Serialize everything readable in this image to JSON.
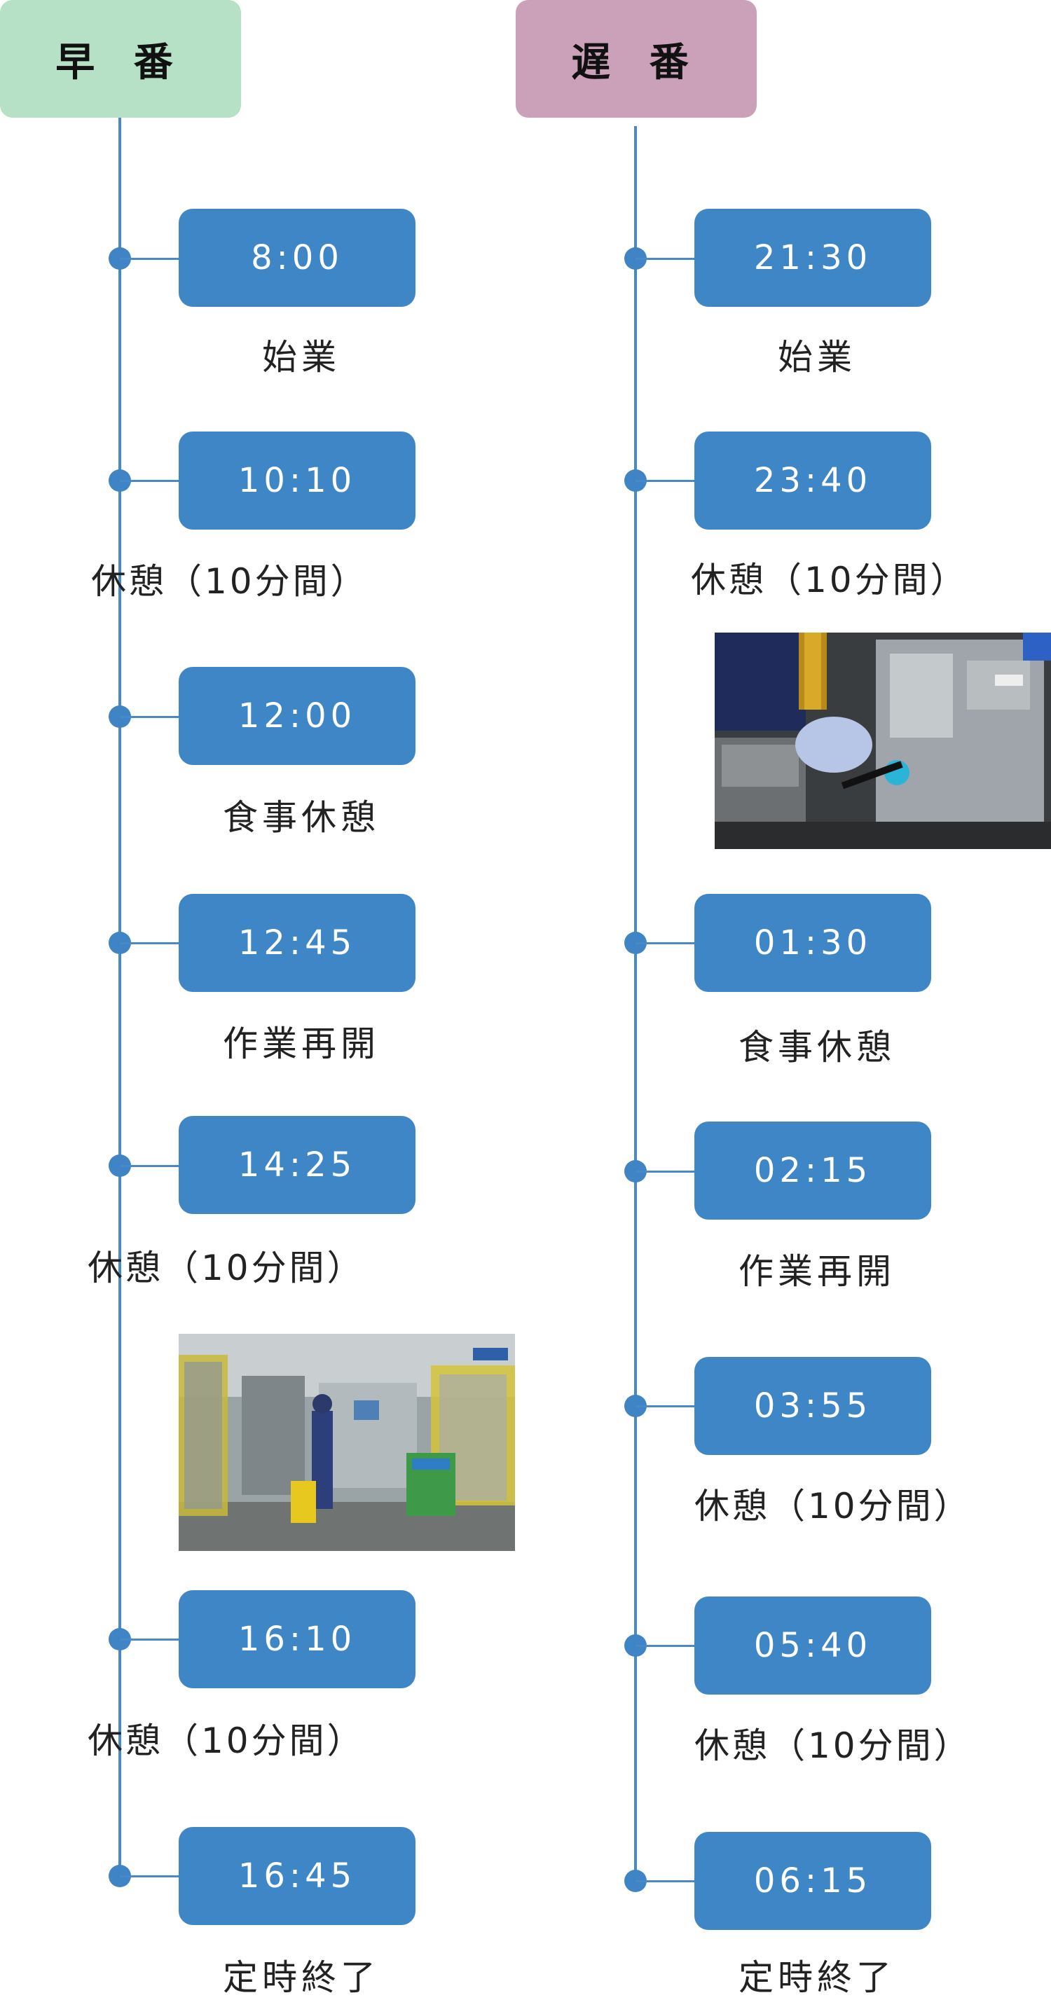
{
  "colors": {
    "early_header": "#b6e1c6",
    "late_header": "#cba0b9",
    "timeline": "#4a89c8",
    "badge": "#3e86c6"
  },
  "early": {
    "title": "早 番",
    "events": [
      {
        "time": "8:00",
        "label": "始業"
      },
      {
        "time": "10:10",
        "label": "休憩（10分間）"
      },
      {
        "time": "12:00",
        "label": "食事休憩"
      },
      {
        "time": "12:45",
        "label": "作業再開"
      },
      {
        "time": "14:25",
        "label": "休憩（10分間）"
      },
      {
        "time": "16:10",
        "label": "休憩（10分間）"
      },
      {
        "time": "16:45",
        "label": "定時終了"
      }
    ]
  },
  "late": {
    "title": "遅 番",
    "events": [
      {
        "time": "21:30",
        "label": "始業"
      },
      {
        "time": "23:40",
        "label": "休憩（10分間）"
      },
      {
        "time": "01:30",
        "label": "食事休憩"
      },
      {
        "time": "02:15",
        "label": "作業再開"
      },
      {
        "time": "03:55",
        "label": "休憩（10分間）"
      },
      {
        "time": "05:40",
        "label": "休憩（10分間）"
      },
      {
        "time": "06:15",
        "label": "定時終了"
      }
    ]
  }
}
